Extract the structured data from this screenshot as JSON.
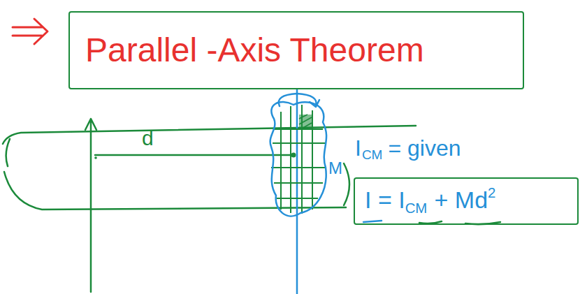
{
  "diagram": {
    "nodes": [
      {
        "text": [
          "Parallel -Axis Theorem"
        ]
      },
      {
        "text": [
          "I = I",
          "CM",
          "+ Md",
          "2"
        ]
      }
    ],
    "labels": [
      "d",
      "M",
      "I",
      "CM",
      "= given"
    ]
  }
}
